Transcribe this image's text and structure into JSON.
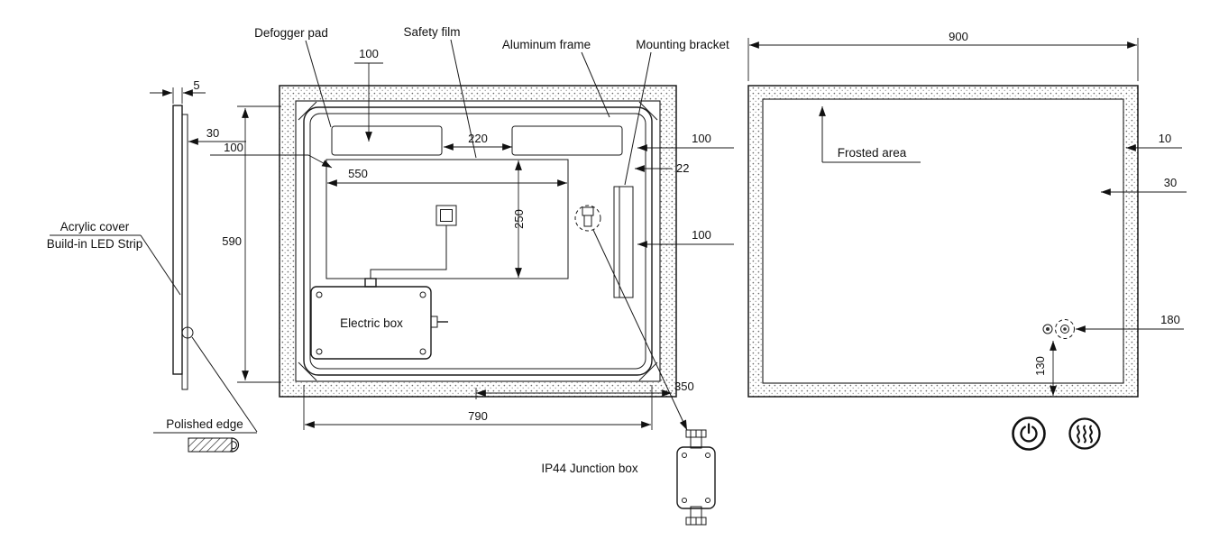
{
  "side_view": {
    "acrylic_cover_label": "Acrylic cover",
    "led_strip_label": "Build-in LED Strip",
    "polished_edge_label": "Polished edge",
    "dims": {
      "acrylic_thickness": "5",
      "strip_offset": "30"
    }
  },
  "rear_view": {
    "defogger_pad_label": "Defogger pad",
    "safety_film_label": "Safety film",
    "aluminum_frame_label": "Aluminum frame",
    "mounting_bracket_label": "Mounting bracket",
    "electric_box_label": "Electric box",
    "junction_box_label": "IP44 Junction box",
    "dims": {
      "pad_top": "100",
      "left_inset": "100",
      "pad_gap": "220",
      "film_width": "550",
      "film_height": "250",
      "mirror_height": "590",
      "bracket_width": "22",
      "right_top_inset": "100",
      "bracket_right_inset": "100",
      "cable_offset": "350",
      "inner_width": "790"
    }
  },
  "front_view": {
    "frosted_area_label": "Frosted area",
    "dims": {
      "mirror_width": "900",
      "frame_edge": "10",
      "frosted_border": "30",
      "sensor_from_right": "180",
      "sensor_from_bottom": "130"
    },
    "icons": {
      "power": "power-touch-icon",
      "defogger": "defogger-touch-icon"
    }
  }
}
